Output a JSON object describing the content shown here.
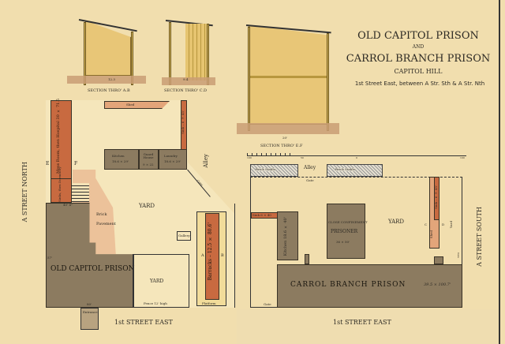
{
  "title": {
    "line1": "OLD CAPITOL PRISON",
    "line2": "AND",
    "line3": "CARROL BRANCH PRISON",
    "line4": "CAPITOL HILL",
    "line5": "1st Street East, between A Str. Sth & A Str. Nth"
  },
  "sections": {
    "ab": {
      "label": "SECTION THRO' A.B",
      "dim": "12.3"
    },
    "cd": {
      "label": "SECTION THRO' C.D",
      "dim": "9.4"
    },
    "ef": {
      "label": "SECTION THRO' E.F",
      "dim": "20'"
    }
  },
  "scale": {
    "ticks": [
      "100",
      "50",
      "0",
      "100"
    ]
  },
  "left_plan": {
    "street_side": "A STREET NORTH",
    "street_bottom": "1st STREET EAST",
    "alley": "Alley",
    "mess_room": "Mess Room, then Hospital 30 × 71.5",
    "sinks": "Sinks, then Dormitory",
    "shed": "Shed",
    "sink_right": "Sink – 6 × 45'",
    "kitchen": "Kitchen",
    "kitchen_dim": "18.6 × 29'",
    "guard_house": "Guard House",
    "guard_dim": "9 × 22",
    "laundry": "Laundry",
    "laundry_dim": "18.6 × 29'",
    "brick_pavement": "Brick Pavement",
    "yard": "YARD",
    "yard2": "YARD",
    "prison": "OLD CAPITOL PRISON",
    "barracks": "Barracks – 12.5 × 80.6'",
    "gallery": "Gallery",
    "entrance": "Entrance",
    "fence": "Fence 12' high",
    "platform": "Platform",
    "gate": "Gate",
    "dim_top": "40' 4\"",
    "dim_bottom": "80'",
    "dim_side": "57'",
    "letters": {
      "e": "E",
      "f": "F",
      "a": "A",
      "b": "B"
    }
  },
  "right_plan": {
    "street_side": "A STREET SOUTH",
    "street_bottom": "1st STREET EAST",
    "brick_stable_1": "Brick Stable",
    "brick_stable_2": "Brick Stable",
    "alley": "Alley",
    "gate_top": "Gate",
    "gate_bottom": "Gate",
    "gate_right": "Gate",
    "sink_left": "Sink 6 × 40",
    "kitchen": "Kitchen 18.6 × 40'",
    "close_confinement": "CLOSE CONFINEMENT",
    "prisoner": "PRISONER",
    "cc_dim": "36 × 50'",
    "yard": "YARD",
    "yard_side": "Yard",
    "sink_shed": "Sink – 6 × 45'",
    "shed": "Shed",
    "letters": {
      "c": "C",
      "d": "D"
    },
    "prison": "CARROL BRANCH PRISON",
    "prison_dim": "39.5 × 100.7'"
  }
}
